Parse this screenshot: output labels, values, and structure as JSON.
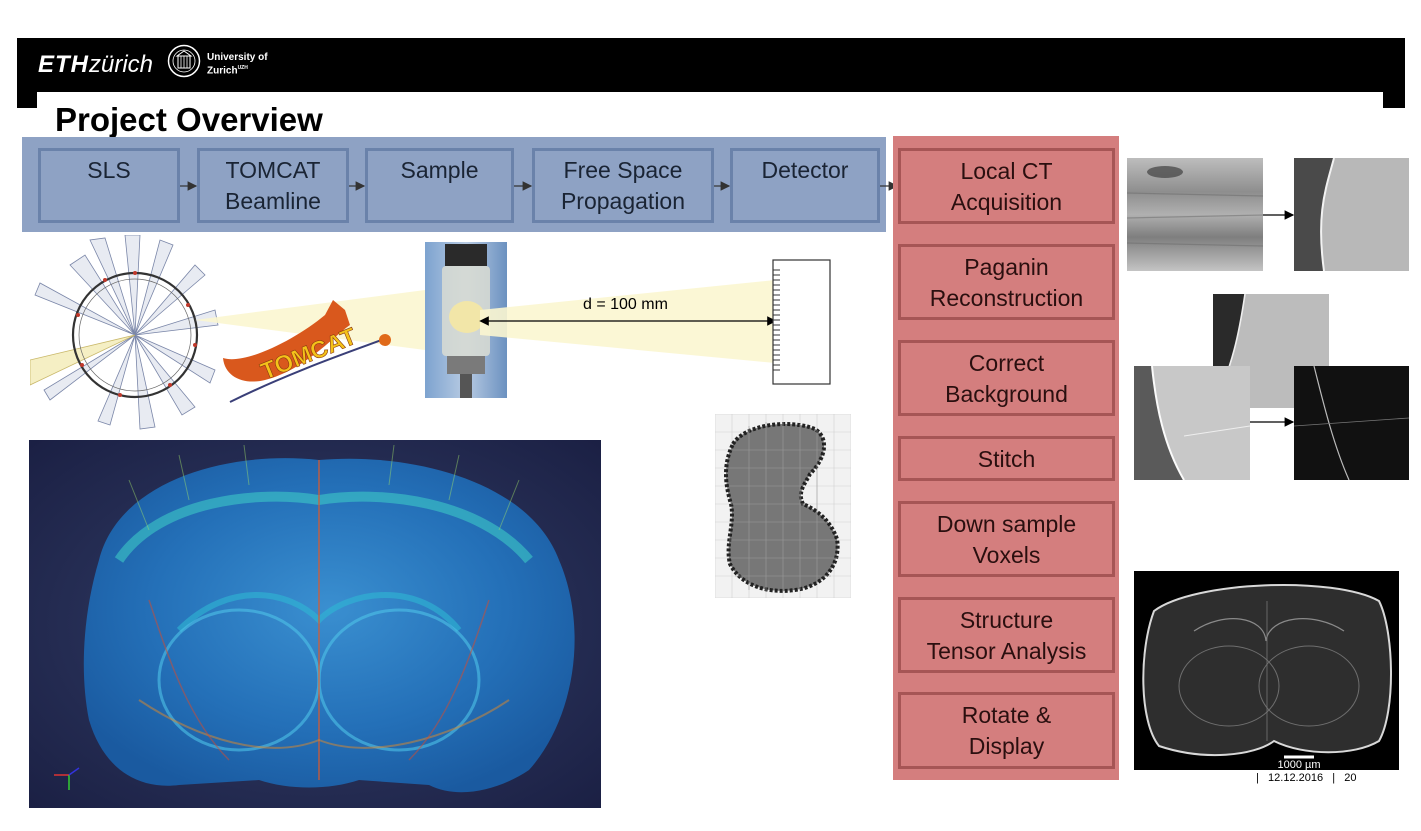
{
  "header": {
    "eth_logo_bold": "ETH",
    "eth_logo_italic": "zürich",
    "uzh_line1": "University of",
    "uzh_line2": "Zurich",
    "uzh_trademark": "UZH"
  },
  "page_title": "Project Overview",
  "pipeline": [
    {
      "line1": "SLS",
      "line2": ""
    },
    {
      "line1": "TOMCAT",
      "line2": "Beamline"
    },
    {
      "line1": "Sample",
      "line2": ""
    },
    {
      "line1": "Free Space",
      "line2": "Propagation"
    },
    {
      "line1": "Detector",
      "line2": ""
    }
  ],
  "processing": [
    {
      "line1": "Local CT",
      "line2": "Acquisition"
    },
    {
      "line1": "Paganin",
      "line2": "Reconstruction"
    },
    {
      "line1": "Correct",
      "line2": "Background"
    },
    {
      "line1": "Stitch",
      "line2": ""
    },
    {
      "line1": "Down sample",
      "line2": "Voxels"
    },
    {
      "line1": "Structure",
      "line2": "Tensor Analysis"
    },
    {
      "line1": "Rotate &",
      "line2": "Display"
    }
  ],
  "setup": {
    "distance_label": "d = 100 mm",
    "tomcat_logo": "TOMCAT"
  },
  "scale_bar": "1000 µm",
  "footer": {
    "date": "12.12.2016",
    "page": "20"
  },
  "colors": {
    "pipeline_fill": "#8ea2c4",
    "pipeline_border": "#6a82aa",
    "processing_fill": "#d47e7e",
    "processing_border": "#a65555",
    "header": "#000000"
  }
}
